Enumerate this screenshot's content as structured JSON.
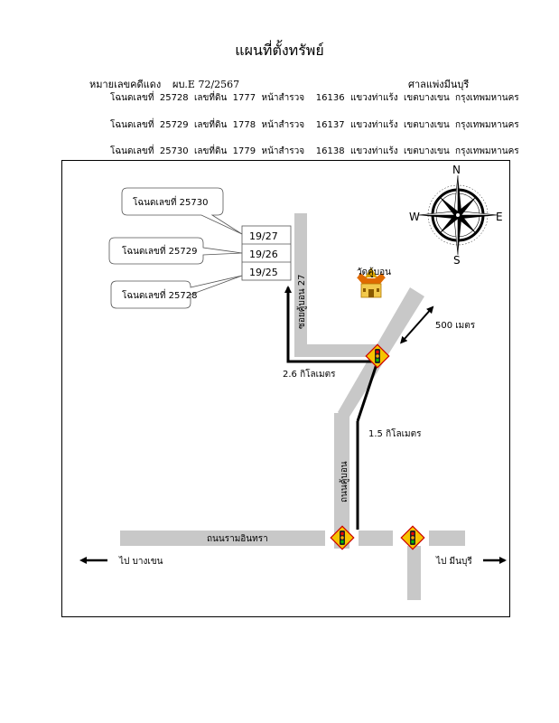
{
  "title": "แผนที่ตั้งทรัพย์",
  "header": {
    "case_label": "หมายเลขคดีแดง",
    "case_number": "ผบ.E 72/2567",
    "court": "ศาลแพ่งมีนบุรี"
  },
  "deeds": [
    "โฉนดเลขที่  25728  เลขที่ดิน  1777  หน้าสำรวจ    16136  แขวงท่าแร้ง  เขตบางเขน  กรุงเทพมหานคร",
    "โฉนดเลขที่  25729  เลขที่ดิน  1778  หน้าสำรวจ    16137  แขวงท่าแร้ง  เขตบางเขน  กรุงเทพมหานคร",
    "โฉนดเลขที่  25730  เลขที่ดิน  1779  หน้าสำรวจ    16138  แขวงท่าแร้ง  เขตบางเขน  กรุงเทพมหานคร"
  ],
  "map": {
    "callouts": [
      "โฉนดเลขที่  25730",
      "โฉนดเลขที่  25729",
      "โฉนดเลขที่  25728"
    ],
    "plots": [
      "19/27",
      "19/26",
      "19/25"
    ],
    "compass": {
      "n": "N",
      "e": "E",
      "s": "S",
      "w": "W"
    },
    "temple": "วัดคู้บอน",
    "soi": "ซอยคู้บอน 27",
    "dist_500": "500 เมตร",
    "dist_26": "2.6 กิโลเมตร",
    "dist_15": "1.5 กิโลเมตร",
    "road_khubon": "ถนนคู้บอน",
    "road_ramintra": "ถนนรามอินทรา",
    "to_bangkhen": "ไป บางเขน",
    "to_minburi": "ไป มีนบุรี",
    "colors": {
      "road": "#c8c8c8",
      "sign": "#f5c400",
      "arrow": "#000000"
    }
  }
}
